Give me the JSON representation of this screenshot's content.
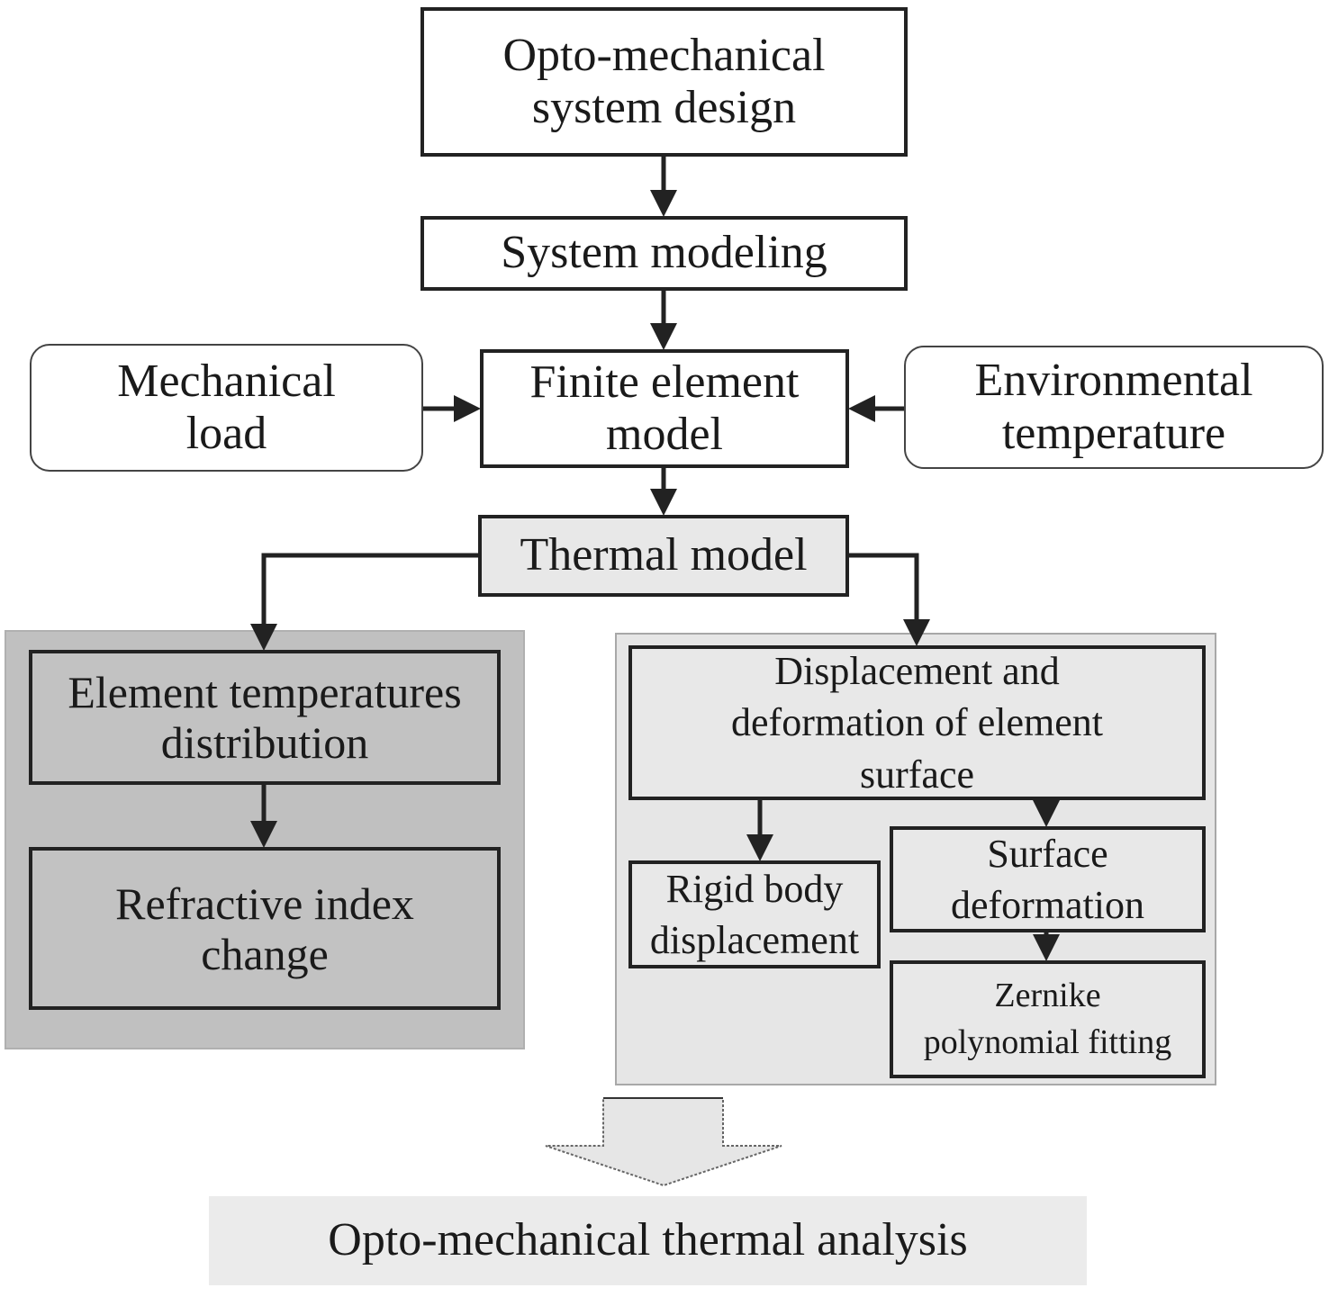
{
  "diagram": {
    "nodes": {
      "system_design": [
        "Opto-mechanical",
        "system design"
      ],
      "system_modeling": [
        "System modeling"
      ],
      "mechanical_load": [
        "Mechanical",
        "load"
      ],
      "finite_element_model": [
        "Finite element",
        "model"
      ],
      "environmental_temperature": [
        "Environmental",
        "temperature"
      ],
      "thermal_model": [
        "Thermal model"
      ],
      "element_temperatures": [
        "Element temperatures",
        "distribution"
      ],
      "refractive_index": [
        "Refractive index",
        "change"
      ],
      "displacement_deformation": [
        "Displacement and",
        "deformation of element",
        "surface"
      ],
      "rigid_body": [
        "Rigid body",
        "displacement"
      ],
      "surface_deformation": [
        "Surface",
        "deformation"
      ],
      "zernike": [
        "Zernike",
        "polynomial fitting"
      ],
      "thermal_analysis": [
        "Opto-mechanical thermal analysis"
      ]
    },
    "edges": [
      [
        "system_design",
        "system_modeling"
      ],
      [
        "system_modeling",
        "finite_element_model"
      ],
      [
        "mechanical_load",
        "finite_element_model"
      ],
      [
        "environmental_temperature",
        "finite_element_model"
      ],
      [
        "finite_element_model",
        "thermal_model"
      ],
      [
        "thermal_model",
        "element_temperatures"
      ],
      [
        "thermal_model",
        "displacement_deformation"
      ],
      [
        "element_temperatures",
        "refractive_index"
      ],
      [
        "displacement_deformation",
        "rigid_body"
      ],
      [
        "displacement_deformation",
        "surface_deformation"
      ],
      [
        "surface_deformation",
        "zernike"
      ],
      [
        "groups",
        "thermal_analysis"
      ]
    ]
  }
}
